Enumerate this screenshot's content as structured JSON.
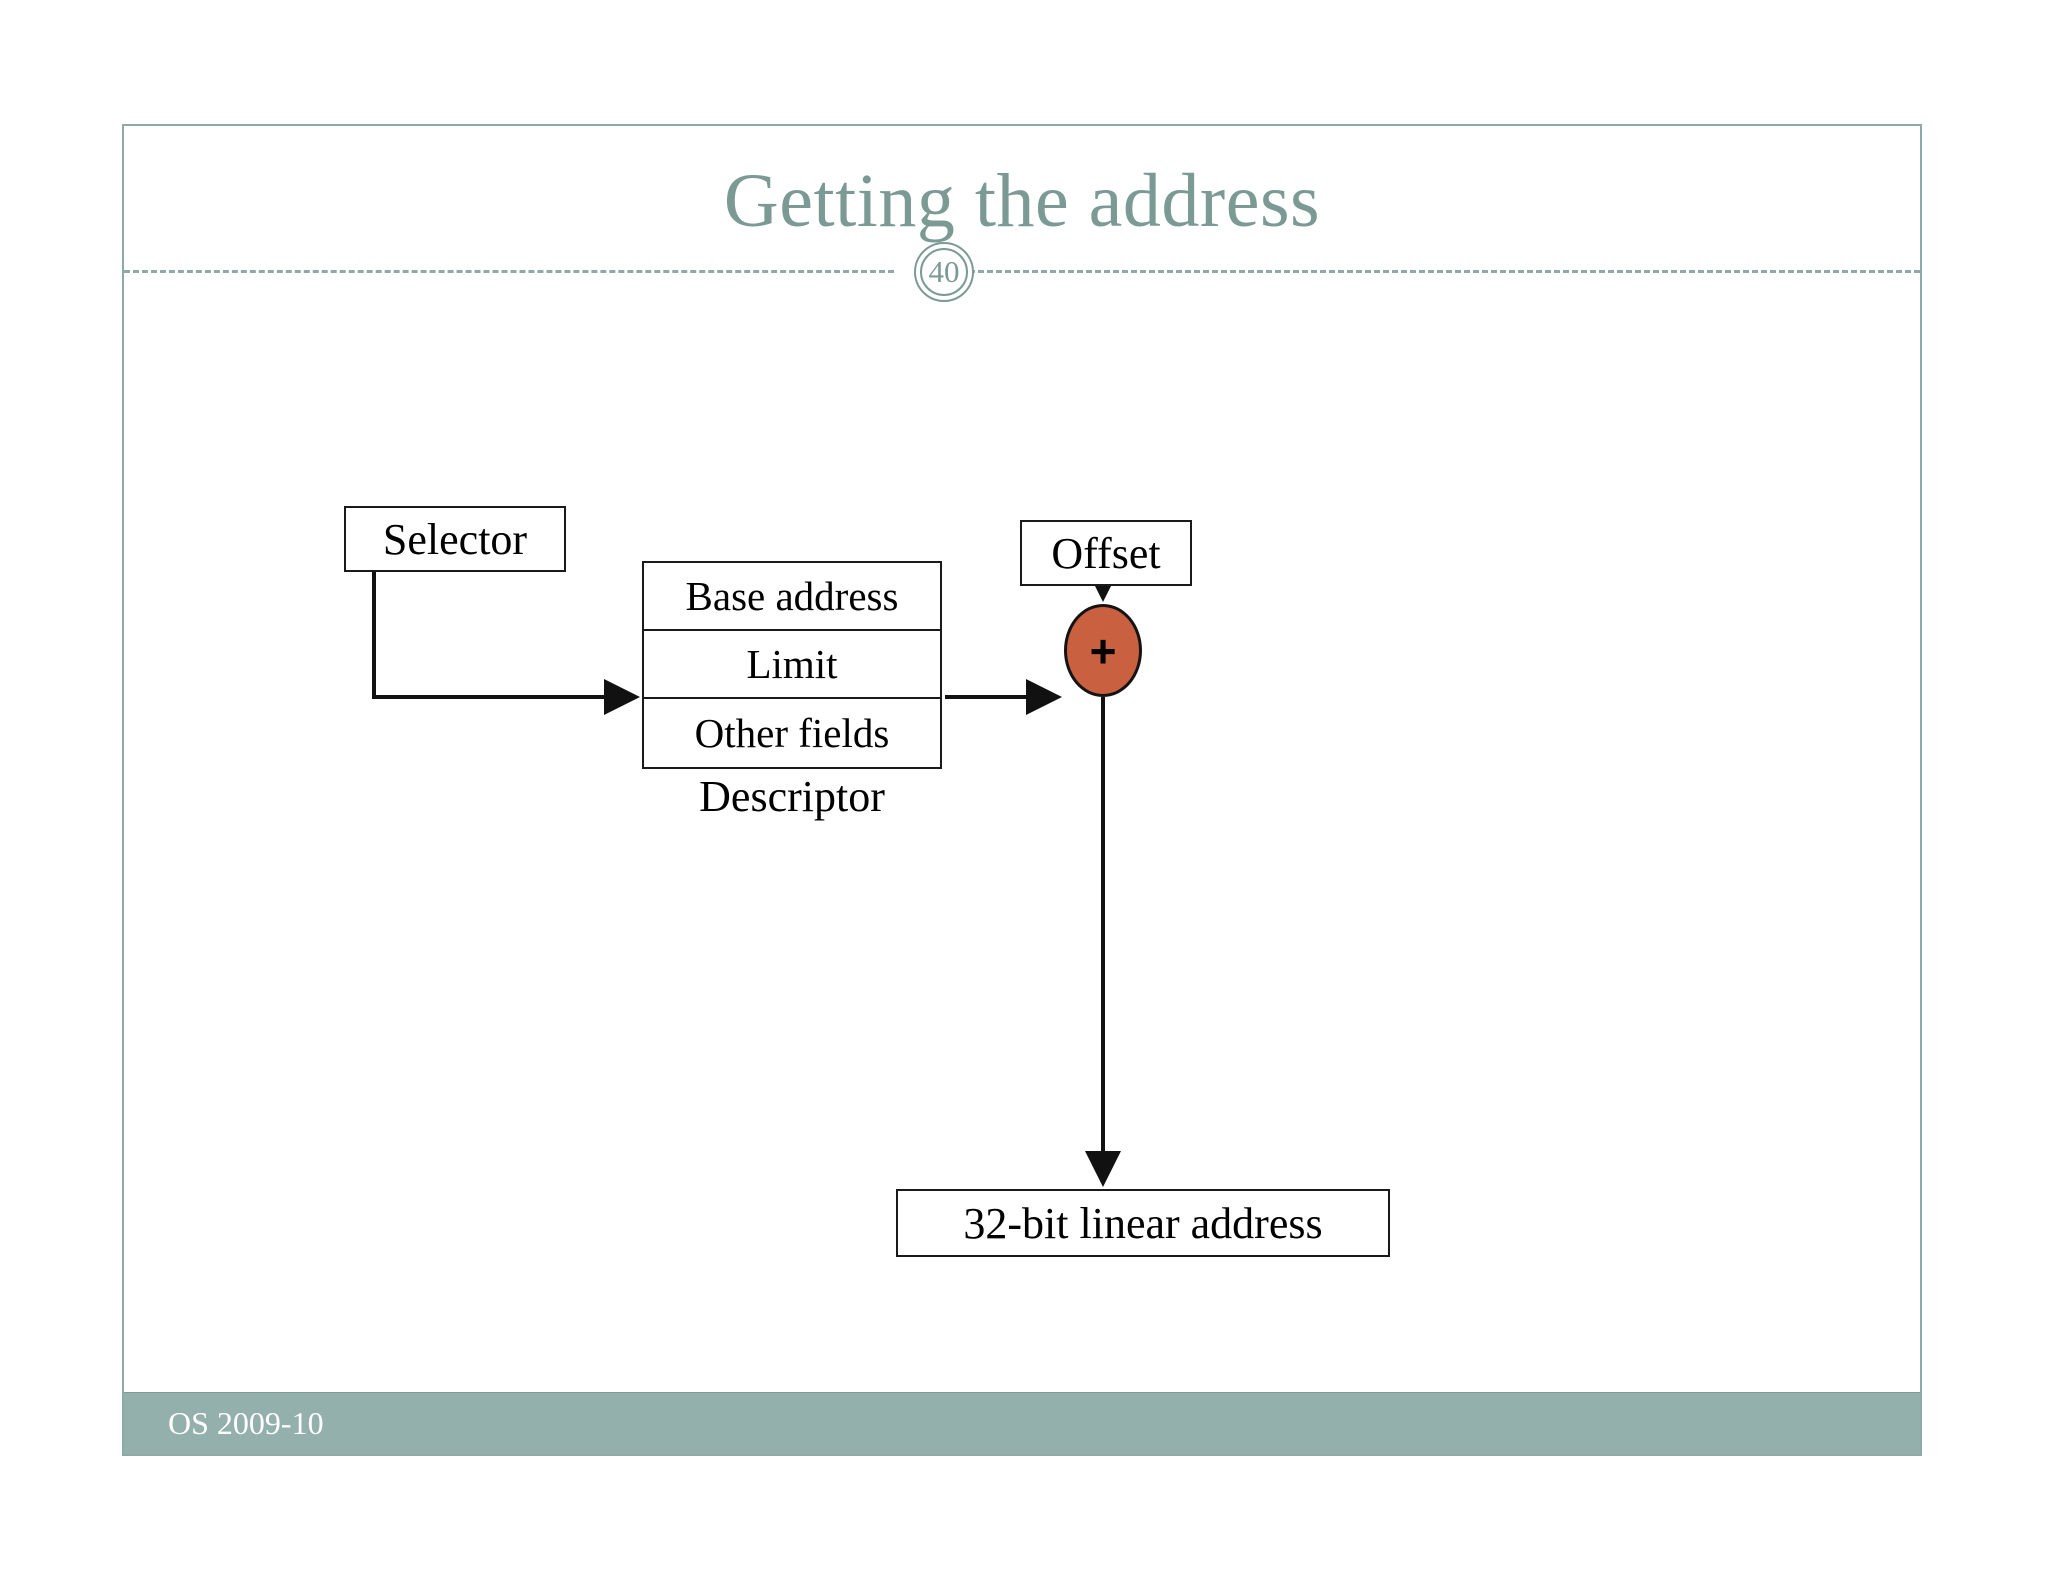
{
  "slide": {
    "title": "Getting the address",
    "page_number": "40",
    "footer_text": "OS 2009-10",
    "accent_color": "#7C9A94",
    "footer_bar_color": "#93B0AC",
    "frame_border_color": "#8FAAA5",
    "node_fill_color": "#C9603F"
  },
  "diagram": {
    "selector_box": {
      "label": "Selector"
    },
    "offset_box": {
      "label": "Offset"
    },
    "descriptor": {
      "caption": "Descriptor",
      "rows": [
        {
          "label": "Base address"
        },
        {
          "label": "Limit"
        },
        {
          "label": "Other fields"
        }
      ]
    },
    "adder_node": {
      "label": "+"
    },
    "result_box": {
      "label": "32-bit linear address"
    }
  }
}
